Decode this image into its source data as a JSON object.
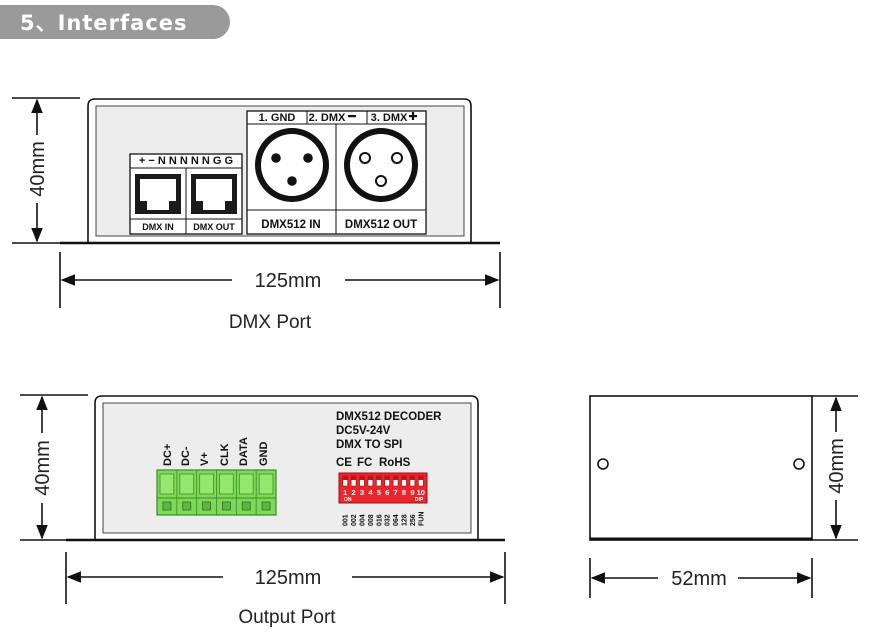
{
  "section_title": "5、Interfaces",
  "dmx_port": {
    "height_label": "40mm",
    "width_label": "125mm",
    "caption": "DMX Port",
    "rj45_pins_label": "+ − N N N N N G G",
    "rj45_in_label": "DMX  IN",
    "rj45_out_label": "DMX OUT",
    "xlr_pin1": "1. GND",
    "xlr_pin2": "2. DMX",
    "xlr_pin3": "3. DMX",
    "xlr_in_label": "DMX512  IN",
    "xlr_out_label": "DMX512  OUT"
  },
  "output_port": {
    "height_label": "40mm",
    "width_label": "125mm",
    "caption": "Output Port",
    "terminals": [
      "DC+",
      "DC-",
      "V+",
      "CLK",
      "DATA",
      "GND"
    ],
    "device_name": "DMX512 DECODER",
    "voltage": "DC5V-24V",
    "protocol": "DMX TO SPI",
    "certifications": [
      "CE",
      "FC",
      "RoHS"
    ],
    "dip_numbers": [
      "1",
      "2",
      "3",
      "4",
      "5",
      "6",
      "7",
      "8",
      "9",
      "10"
    ],
    "dip_on_label": "ON",
    "dip_label": "DIP",
    "dip_values": [
      "001",
      "002",
      "004",
      "008",
      "016",
      "032",
      "064",
      "128",
      "256",
      "FUN"
    ]
  },
  "side_view": {
    "height_label": "40mm",
    "width_label": "52mm"
  },
  "colors": {
    "pill": "#9a9a9a",
    "terminal_green": "#7ed957",
    "dip_red": "#e8262c",
    "panel_gray": "#e9e9e9"
  }
}
